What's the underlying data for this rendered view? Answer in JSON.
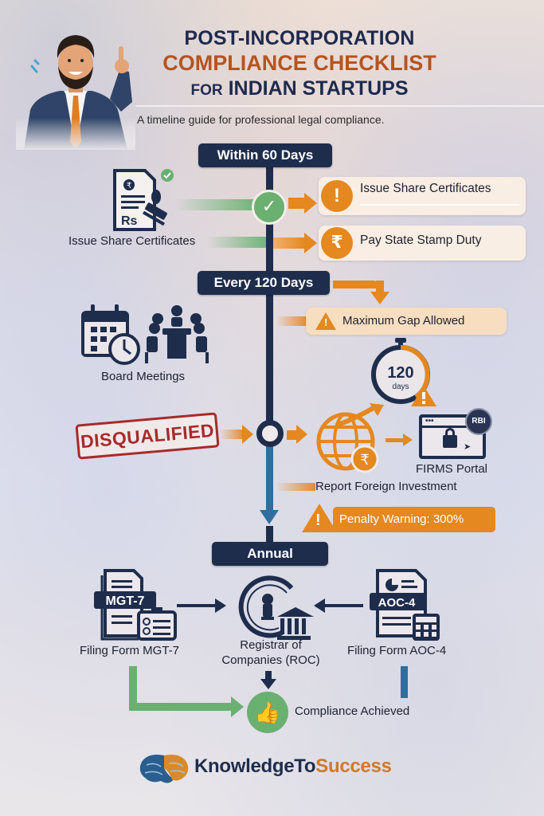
{
  "header": {
    "title_line1": "POST-INCORPORATION",
    "title_line2": "COMPLIANCE CHECKLIST",
    "title_line3_prefix": "FOR",
    "title_line3_main": "INDIAN STARTUPS",
    "subtitle": "A timeline guide for professional legal compliance."
  },
  "colors": {
    "navy": "#1e2d4c",
    "orange": "#e4881f",
    "title_orange": "#b5541f",
    "green": "#6ab070",
    "stamp_red": "#a82a2a",
    "blue": "#2f6e9e"
  },
  "section_60": {
    "pill": "Within 60 Days",
    "left_label": "Issue Share Certificates",
    "doc_icon_text": "Rs",
    "doc_icon_symbol": "₹",
    "cards": [
      {
        "icon": "exclamation-icon",
        "glyph": "!",
        "label": "Issue Share Certificates"
      },
      {
        "icon": "rupee-icon",
        "glyph": "₹",
        "label": "Pay State Stamp Duty"
      }
    ]
  },
  "section_120": {
    "pill": "Every 120 Days",
    "left_label": "Board Meetings",
    "warning_card": "Maximum Gap Allowed",
    "timer_number": "120",
    "timer_unit": "days",
    "stamp": "DISQUALIFIED",
    "portal_badge": "RBI",
    "portal_label": "FIRMS Portal",
    "report_label": "Report Foreign Investment",
    "penalty": "Penalty Warning: 300%"
  },
  "section_annual": {
    "pill": "Annual",
    "left_form_tag": "MGT-7",
    "left_label": "Filing Form MGT-7",
    "center_label_line1": "Registrar of",
    "center_label_line2": "Companies (ROC)",
    "right_form_tag": "AOC-4",
    "right_label": "Filing Form AOC-4",
    "result_label": "Compliance Achieved"
  },
  "footer": {
    "brand_part1": "KnowledgeTo",
    "brand_part2": "Success"
  }
}
